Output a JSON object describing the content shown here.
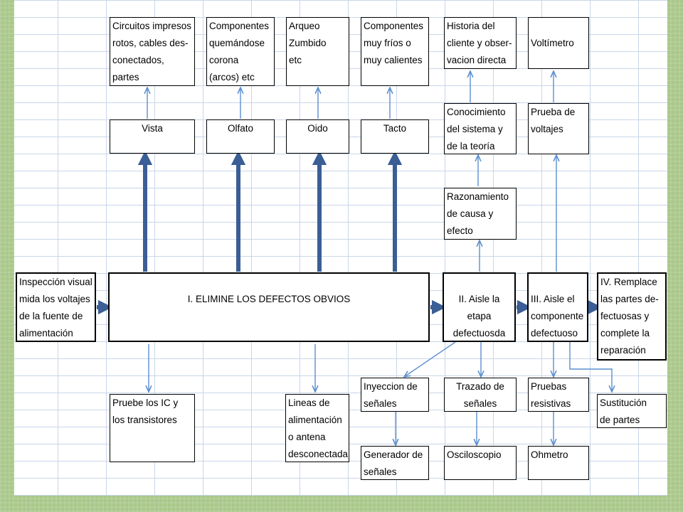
{
  "diagram": {
    "main_steps": {
      "step1": "Inspección visual\nmida los voltajes\nde la fuente de\nalimentación",
      "step2": "I. ELIMINE LOS DEFECTOS OBVIOS",
      "step3": "II. Aisle la\netapa\ndefectuosda",
      "step4": "III. Aisle el\ncomponente\ndefectuoso",
      "step5": "IV. Remplace\nlas partes de-\nfectuosas y\ncomplete la\nreparación"
    },
    "senses": [
      "Vista",
      "Olfato",
      "Oido",
      "Tacto"
    ],
    "sense_details": [
      "Circuitos impresos\nrotos, cables des-\nconectados, partes\nquemadas etc.",
      "Componentes\nquemándose\ncorona\n(arcos) etc",
      "Arqueo\nZumbido\netc",
      "Componentes\nmuy fríos o\nmuy calientes"
    ],
    "stage_chain": [
      "Razonamiento\nde causa y\nefecto",
      "Conocimiento\ndel sistema y\nde la teoría",
      "Historia del\ncliente y obser-\nvacion directa"
    ],
    "component_chain": [
      "Prueba de\nvoltajes",
      "Voltímetro"
    ],
    "lower": {
      "ic_test": "Pruebe los IC y\nlos transistores",
      "power_lines": "Lineas de\nalimentación\no antena\ndesconectada",
      "signal_injection": "Inyeccion de\nseñales",
      "signal_generator": "Generador de\nseñales",
      "signal_tracing": "Trazado de\nseñales",
      "oscilloscope": "Osciloscopio",
      "resistance_tests": "Pruebas\nresistivas",
      "ohmmeter": "Ohmetro",
      "part_substitution": "Sustitución\nde partes"
    }
  },
  "colors": {
    "thin_arrow": "#5b8fd0",
    "thick_arrow": "#3a5e95",
    "grid": "#c9d6e8",
    "frame": "#a9c78a"
  }
}
